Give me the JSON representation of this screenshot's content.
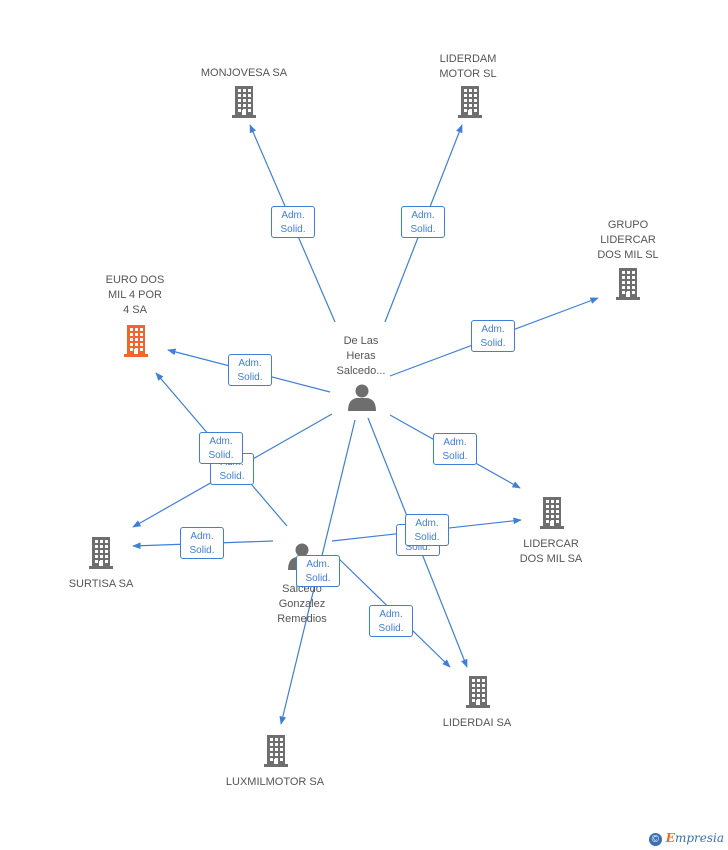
{
  "colors": {
    "edge": "#3f7fd6",
    "building": "#6e6e6e",
    "building_highlight": "#f2652f",
    "person": "#6e6e6e",
    "label": "#555555"
  },
  "people": [
    {
      "id": "p1",
      "label": "De Las\nHeras\nSalcedo...",
      "icon": "person-icon"
    },
    {
      "id": "p2",
      "label": "Salcedo\nGonzalez\nRemedios",
      "icon": "person-icon"
    }
  ],
  "companies": [
    {
      "id": "monjovesa",
      "label": "MONJOVESA SA",
      "icon": "building-icon",
      "highlight": false
    },
    {
      "id": "liderdam",
      "label": "LIDERDAM\nMOTOR SL",
      "icon": "building-icon",
      "highlight": false
    },
    {
      "id": "grupo",
      "label": "GRUPO\nLIDERCAR\nDOS MIL SL",
      "icon": "building-icon",
      "highlight": false
    },
    {
      "id": "euro",
      "label": "EURO DOS\nMIL 4 POR\n4 SA",
      "icon": "building-icon",
      "highlight": true
    },
    {
      "id": "surtisa",
      "label": "SURTISA SA",
      "icon": "building-icon",
      "highlight": false
    },
    {
      "id": "lidercar",
      "label": "LIDERCAR\nDOS MIL SA",
      "icon": "building-icon",
      "highlight": false
    },
    {
      "id": "liderdai",
      "label": "LIDERDAI SA",
      "icon": "building-icon",
      "highlight": false
    },
    {
      "id": "luxmil",
      "label": "LUXMILMOTOR SA",
      "icon": "building-icon",
      "highlight": false
    }
  ],
  "edge_label": {
    "line1": "Adm.",
    "line2": "Solid."
  },
  "edges": [
    {
      "from": "p1",
      "to": "monjovesa"
    },
    {
      "from": "p1",
      "to": "liderdam"
    },
    {
      "from": "p1",
      "to": "grupo"
    },
    {
      "from": "p1",
      "to": "euro"
    },
    {
      "from": "p1",
      "to": "surtisa"
    },
    {
      "from": "p1",
      "to": "lidercar"
    },
    {
      "from": "p1",
      "to": "liderdai"
    },
    {
      "from": "p1",
      "to": "luxmil"
    },
    {
      "from": "p2",
      "to": "euro"
    },
    {
      "from": "p2",
      "to": "surtisa"
    },
    {
      "from": "p2",
      "to": "lidercar"
    },
    {
      "from": "p2",
      "to": "liderdai"
    }
  ],
  "branding": {
    "symbol": "©",
    "name": "mpresia",
    "initial": "E"
  }
}
